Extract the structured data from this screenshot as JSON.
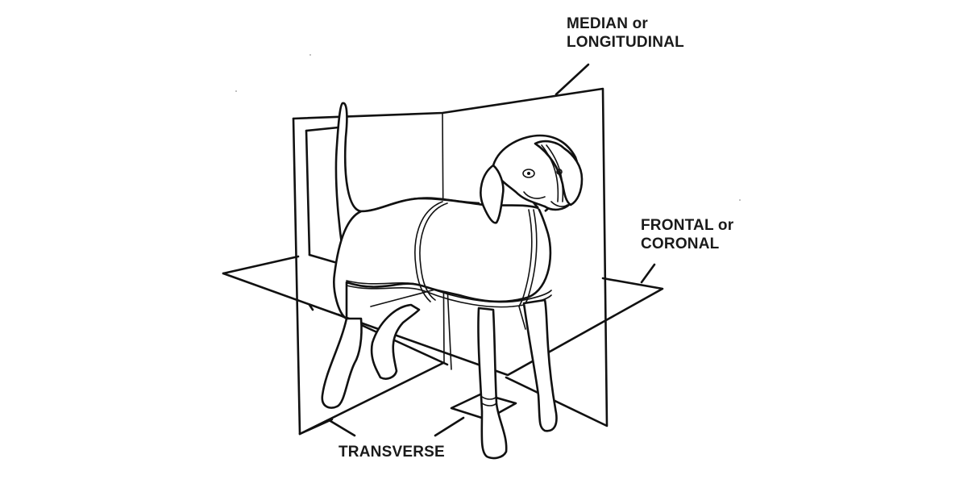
{
  "figure": {
    "subject": "dog",
    "labels": {
      "median": {
        "line1": "MEDIAN or",
        "line2": "LONGITUDINAL"
      },
      "frontal": {
        "line1": "FRONTAL or",
        "line2": "CORONAL"
      },
      "transverse": {
        "line1": "TRANSVERSE"
      }
    },
    "colors": {
      "line": "#111111",
      "background": "#ffffff",
      "text": "#1a1a1a"
    }
  }
}
